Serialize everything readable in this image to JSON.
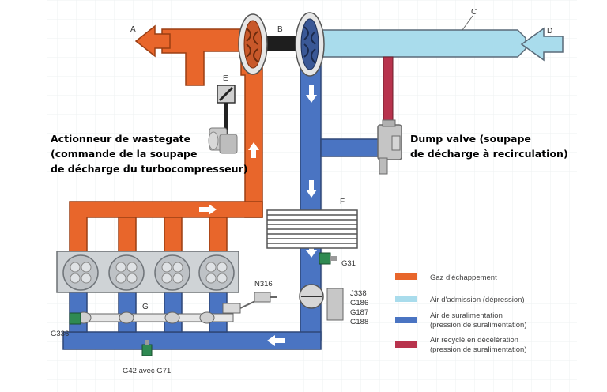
{
  "labels": {
    "a": "A",
    "b": "B",
    "c": "C",
    "d": "D",
    "e": "E",
    "f": "F",
    "g": "G",
    "g31": "G31",
    "g336": "G336",
    "g42": "G42 avec G71",
    "n316": "N316",
    "sensors": [
      "J338",
      "G186",
      "G187",
      "G188"
    ]
  },
  "annotations": {
    "wastegate": [
      "Actionneur de wastegate",
      "(commande de la soupape",
      "de décharge du turbocompresseur)"
    ],
    "dump_valve": [
      "Dump valve (soupape",
      "de décharge à recirculation)"
    ]
  },
  "legend": [
    {
      "color": "#e8662b",
      "lines": [
        "Gaz d'échappement"
      ]
    },
    {
      "color": "#a9dcec",
      "lines": [
        "Air d'admission (dépression)"
      ]
    },
    {
      "color": "#4a74c2",
      "lines": [
        "Air de suralimentation",
        "(pression de suralimentation)"
      ]
    },
    {
      "color": "#b8334d",
      "lines": [
        "Air recyclé en décélération",
        "(pression de suralimentation)"
      ]
    }
  ]
}
